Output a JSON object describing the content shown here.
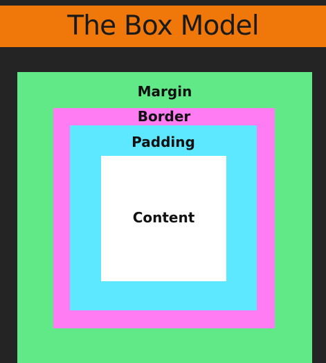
{
  "title": "The Box Model",
  "layers": {
    "margin": {
      "label": "Margin",
      "color": "#61e887"
    },
    "border": {
      "label": "Border",
      "color": "#ff7cf2"
    },
    "padding": {
      "label": "Padding",
      "color": "#5ee8ff"
    },
    "content": {
      "label": "Content",
      "color": "#ffffff"
    }
  },
  "colors": {
    "title_bar": "#f0780a",
    "background": "#242424",
    "text": "#111111"
  }
}
